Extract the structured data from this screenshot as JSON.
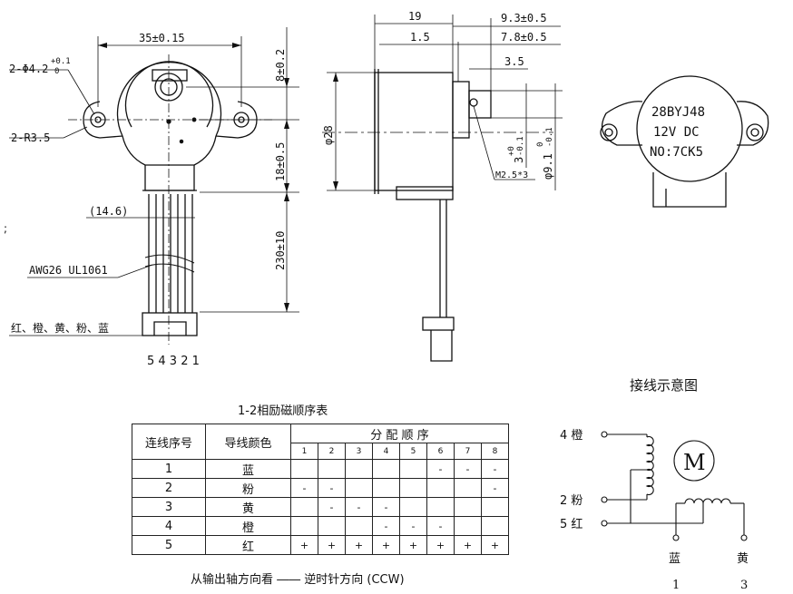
{
  "drawing": {
    "left_view": {
      "mount_hole_label": "2-Φ4.2",
      "mount_hole_tol_plus": "+0.1",
      "mount_hole_tol_zero": "0",
      "radius_label": "2-R3.5",
      "hole_spacing": "35±0.15",
      "shaft_offset": "8±0.2",
      "body_offset": "18±0.5",
      "lead_length": "230±10",
      "connector_width": "(14.6)",
      "wire_spec": "AWG26 UL1061",
      "wire_colors": "红、橙、黄、粉、蓝",
      "pin_numbers": "5 4 3 2 1",
      "side_mark": ";"
    },
    "side_view": {
      "total_len": "19",
      "shaft_len": "9.3±0.5",
      "flange": "1.5",
      "shaft_body": "7.8±0.5",
      "flat": "3.5",
      "body_dia": "φ28",
      "shaft_dia": "φ9.1",
      "shaft_dia_tol_top": "0",
      "shaft_dia_tol_bot": "-0.1",
      "flat_dim": "3",
      "flat_tol_top": "+0",
      "flat_tol_bot": "-0.1",
      "thread": "M2.5*3"
    },
    "right_view": {
      "model": "28BYJ48",
      "voltage": "12V DC",
      "number": "NO:7CK5"
    }
  },
  "table": {
    "caption": "1-2相励磁顺序表",
    "col_seq": "连线序号",
    "col_color": "导线颜色",
    "col_dist": "分 配 顺 序",
    "steps": [
      "1",
      "2",
      "3",
      "4",
      "5",
      "6",
      "7",
      "8"
    ],
    "rows": [
      {
        "seq": "1",
        "color": "蓝",
        "cells": [
          "",
          "",
          "",
          "",
          "",
          "-",
          "-",
          "-"
        ]
      },
      {
        "seq": "2",
        "color": "粉",
        "cells": [
          "-",
          "-",
          "",
          "",
          "",
          "",
          "",
          "-"
        ]
      },
      {
        "seq": "3",
        "color": "黄",
        "cells": [
          "",
          "-",
          "-",
          "-",
          "",
          "",
          "",
          ""
        ]
      },
      {
        "seq": "4",
        "color": "橙",
        "cells": [
          "",
          "",
          "",
          "-",
          "-",
          "-",
          "",
          ""
        ]
      },
      {
        "seq": "5",
        "color": "红",
        "cells": [
          "+",
          "+",
          "+",
          "+",
          "+",
          "+",
          "+",
          "+"
        ]
      }
    ],
    "footer": "从输出轴方向看 ―― 逆时针方向 (CCW)"
  },
  "wiring": {
    "title": "接线示意图",
    "motor": "M",
    "w4": "4  橙",
    "w2": "2  粉",
    "w5": "5  红",
    "blue": "蓝",
    "yellow": "黄",
    "n1": "1",
    "n3": "3"
  }
}
